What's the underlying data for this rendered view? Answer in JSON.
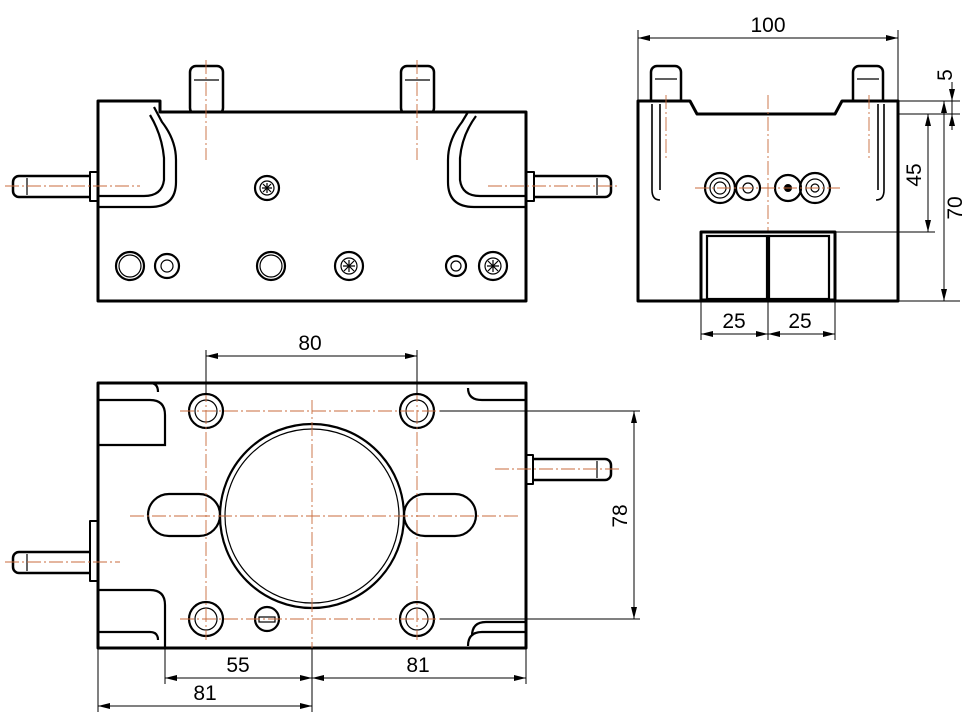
{
  "drawing": {
    "colors": {
      "line": "#000000",
      "centerline": "#c86b3c",
      "background": "#ffffff"
    },
    "dimensions": {
      "side_width": "100",
      "side_top_offset": "5",
      "side_inner_height": "45",
      "side_total_height": "70",
      "side_pocket_left": "25",
      "side_pocket_right": "25",
      "top_hole_spacing_x": "80",
      "top_hole_spacing_y": "78",
      "top_offset_55": "55",
      "top_offset_81_right": "81",
      "top_offset_81_bottom": "81"
    }
  }
}
